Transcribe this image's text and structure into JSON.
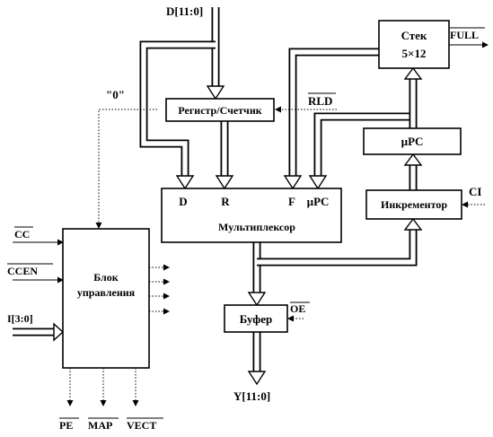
{
  "blocks": {
    "register_counter": "Регистр/Счетчик",
    "stack_line1": "Стек",
    "stack_line2": "5×12",
    "upc": "µPC",
    "incrementer": "Инкрементор",
    "multiplexer": "Мультиплексор",
    "buffer": "Буфер",
    "control_line1": "Блок",
    "control_line2": "управления"
  },
  "mux_inputs": {
    "d": "D",
    "r": "R",
    "f": "F",
    "upc": "µPC"
  },
  "signals": {
    "d_in": "D[11:0]",
    "y_out": "Y[11:0]",
    "full": "FULL",
    "rld": "RLD",
    "zero": "\"0\"",
    "ci": "CI",
    "oe": "OE",
    "cc": "CC",
    "ccen": "CCEN",
    "i_in": "I[3:0]",
    "pe": "PE",
    "map": "MAP",
    "vect": "VECT"
  }
}
